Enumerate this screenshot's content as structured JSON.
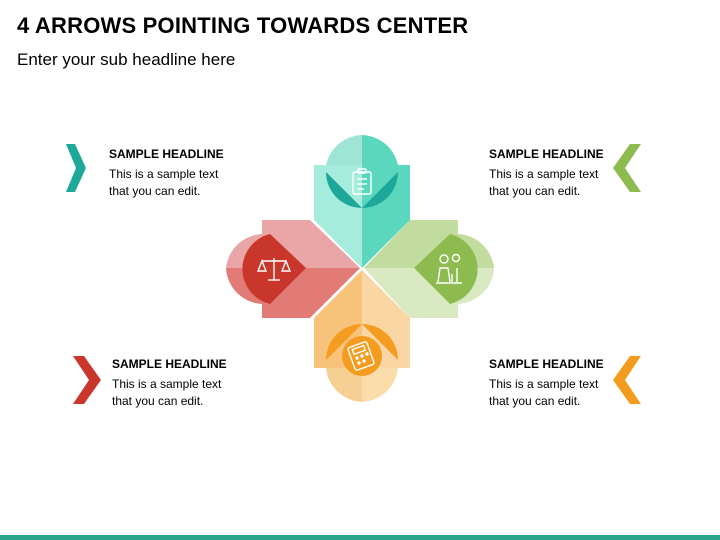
{
  "title": "4 ARROWS POINTING TOWARDS CENTER",
  "subtitle": "Enter your sub headline here",
  "blocks": [
    {
      "headline": "SAMPLE HEADLINE",
      "text": "This is a sample text\nthat you can edit.",
      "color": "#1ea899"
    },
    {
      "headline": "SAMPLE HEADLINE",
      "text": "This is a sample text\nthat you can edit.",
      "color": "#8dbb50"
    },
    {
      "headline": "SAMPLE HEADLINE",
      "text": "This is a sample text\nthat you can edit.",
      "color": "#c9362b"
    },
    {
      "headline": "SAMPLE HEADLINE",
      "text": "This is a sample text\nthat you can edit.",
      "color": "#f39c1f"
    }
  ],
  "arrows": [
    {
      "direction": "down",
      "icon": "clipboard-icon",
      "color": "#1ea899"
    },
    {
      "direction": "left",
      "icon": "growth-chart-icon",
      "color": "#8dbb50"
    },
    {
      "direction": "right",
      "icon": "balance-scale-icon",
      "color": "#c9362b"
    },
    {
      "direction": "up",
      "icon": "calculator-icon",
      "color": "#f39c1f"
    }
  ],
  "colors": {
    "accent_bar": "#2aa58a"
  }
}
